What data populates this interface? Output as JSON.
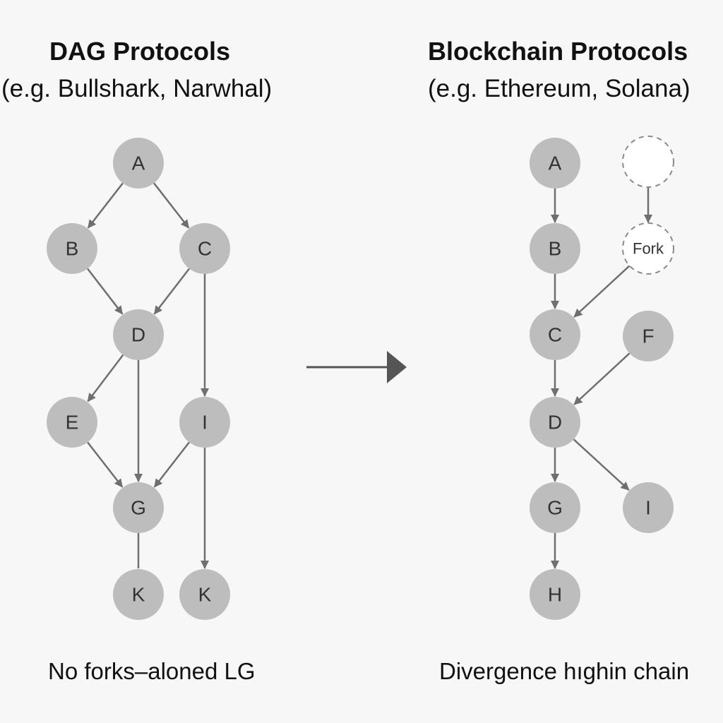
{
  "left": {
    "title": "DAG Protocols",
    "subtitle": "(e.g. Bullshark, Narwhal)",
    "caption": "No forks–aloned LG",
    "nodes": [
      {
        "id": "dA",
        "label": "A"
      },
      {
        "id": "dB",
        "label": "B"
      },
      {
        "id": "dC",
        "label": "C"
      },
      {
        "id": "dD",
        "label": "D"
      },
      {
        "id": "dE",
        "label": "E"
      },
      {
        "id": "dI",
        "label": "I"
      },
      {
        "id": "dG",
        "label": "G"
      },
      {
        "id": "dK1",
        "label": "K"
      },
      {
        "id": "dK2",
        "label": "K"
      }
    ],
    "edges": [
      {
        "from": "dA",
        "to": "dB"
      },
      {
        "from": "dA",
        "to": "dC"
      },
      {
        "from": "dB",
        "to": "dD"
      },
      {
        "from": "dC",
        "to": "dD"
      },
      {
        "from": "dC",
        "to": "dI"
      },
      {
        "from": "dD",
        "to": "dE"
      },
      {
        "from": "dD",
        "to": "dG"
      },
      {
        "from": "dE",
        "to": "dG"
      },
      {
        "from": "dI",
        "to": "dG"
      },
      {
        "from": "dI",
        "to": "dK2"
      },
      {
        "from": "dG",
        "to": "dK1",
        "arrow": false
      }
    ]
  },
  "right": {
    "title": "Blockchain Protocols",
    "subtitle": "(e.g. Ethereum, Solana)",
    "caption": "Divergence  hıghin chain",
    "nodes": [
      {
        "id": "bA",
        "label": "A"
      },
      {
        "id": "bB",
        "label": "B"
      },
      {
        "id": "bC",
        "label": "C"
      },
      {
        "id": "bD",
        "label": "D"
      },
      {
        "id": "bG",
        "label": "G"
      },
      {
        "id": "bH",
        "label": "H"
      },
      {
        "id": "bF",
        "label": "F"
      },
      {
        "id": "bI",
        "label": "I"
      },
      {
        "id": "bTop",
        "label": "",
        "dashed": true
      },
      {
        "id": "bFork",
        "label": "Fork",
        "dashed": true
      }
    ],
    "edges": [
      {
        "from": "bA",
        "to": "bB"
      },
      {
        "from": "bB",
        "to": "bC"
      },
      {
        "from": "bC",
        "to": "bD"
      },
      {
        "from": "bD",
        "to": "bG"
      },
      {
        "from": "bG",
        "to": "bH"
      },
      {
        "from": "bF",
        "to": "bD"
      },
      {
        "from": "bD",
        "to": "bI"
      },
      {
        "from": "bTop",
        "to": "bFork"
      },
      {
        "from": "bFork",
        "to": "bC"
      }
    ]
  },
  "colors": {
    "node_fill": "#bdbdbd",
    "node_text": "#333333",
    "edge": "#6f6f6f",
    "dashed_stroke": "#8a8a8a",
    "background": "#f7f7f7",
    "text": "#111111"
  }
}
